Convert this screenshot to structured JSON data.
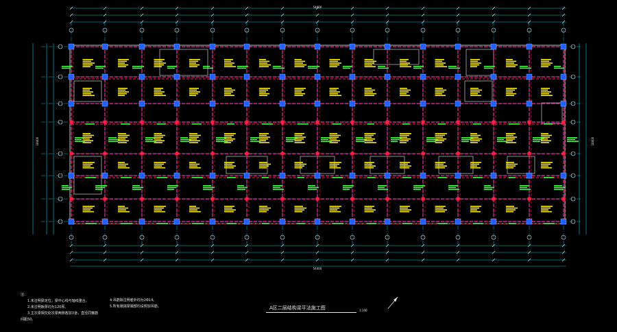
{
  "drawing": {
    "title": "A区二层结构梁平法施工图",
    "scale": "1:100",
    "overall_dimension_top": "54400",
    "overall_dimension_bottom": "54400",
    "overall_dimension_left": "18400",
    "overall_dimension_right": "18400",
    "colors": {
      "background": "#000000",
      "grid_cyan": "#00c8e6",
      "beam_magenta": "#ff2aa8",
      "beam_red": "#ff2040",
      "column_blue": "#2060ff",
      "annotation_yellow": "#ffee00",
      "annotation_green": "#44ff44",
      "wall_white": "#f0f0f0"
    }
  },
  "notes": {
    "heading": "注:",
    "left": [
      "1.未注明梁定位，梁中心线与轴线重合。",
      "2.未注明板厚均为120厚。",
      "3.主次梁相交处次梁两侧各加3道，直径同箍筋"
    ],
    "left_wrap": "间距50。",
    "right": [
      "4.吊筋除注明者外均为2Φ14。",
      "5.所有悬挑梁端部均设附加吊筋。"
    ]
  }
}
